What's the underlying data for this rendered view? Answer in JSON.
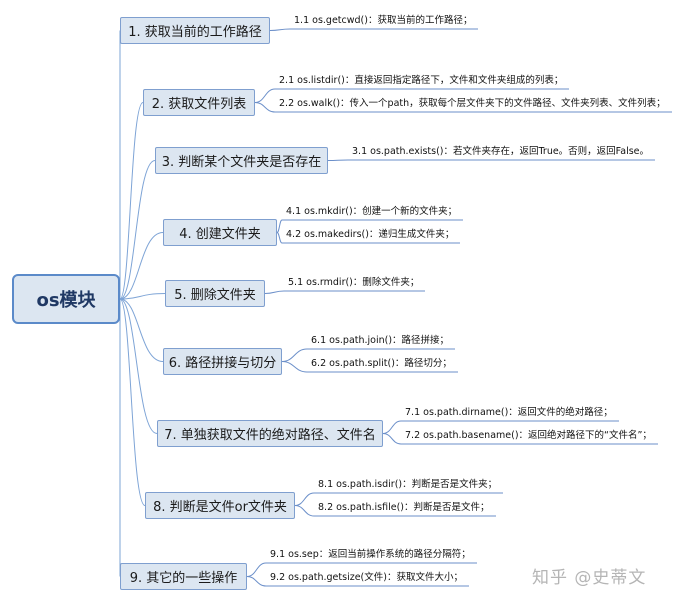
{
  "root": {
    "label": "os模块"
  },
  "branches": [
    {
      "label": "1. 获取当前的工作路径",
      "leaves": [
        "1.1 os.getcwd()：获取当前的工作路径；"
      ]
    },
    {
      "label": "2. 获取文件列表",
      "leaves": [
        "2.1 os.listdir()：直接返回指定路径下，文件和文件夹组成的列表；",
        "2.2 os.walk()：传入一个path，获取每个层文件夹下的文件路径、文件夹列表、文件列表；"
      ]
    },
    {
      "label": "3. 判断某个文件夹是否存在",
      "leaves": [
        "3.1  os.path.exists()：若文件夹存在，返回True。否则，返回False。"
      ]
    },
    {
      "label": "4. 创建文件夹",
      "leaves": [
        "4.1 os.mkdir()：创建一个新的文件夹；",
        "4.2 os.makedirs()：递归生成文件夹；"
      ]
    },
    {
      "label": "5. 删除文件夹",
      "leaves": [
        "5.1 os.rmdir()：删除文件夹；"
      ]
    },
    {
      "label": "6. 路径拼接与切分",
      "leaves": [
        "6.1 os.path.join()：路径拼接；",
        "6.2 os.path.split()：路径切分；"
      ]
    },
    {
      "label": "7. 单独获取文件的绝对路径、文件名",
      "leaves": [
        "7.1 os.path.dirname()：返回文件的绝对路径；",
        "7.2 os.path.basename()：返回绝对路径下的“文件名”；"
      ]
    },
    {
      "label": "8. 判断是文件or文件夹",
      "leaves": [
        "8.1 os.path.isdir()：判断是否是文件夹；",
        "8.2 os.path.isfile()：判断是否是文件；"
      ]
    },
    {
      "label": "9. 其它的一些操作",
      "leaves": [
        "9.1 os.sep：返回当前操作系统的路径分隔符；",
        "9.2 os.path.getsize(文件)：获取文件大小；"
      ]
    }
  ],
  "watermark": "知乎 @史蒂文",
  "colors": {
    "connector": "#7ea4d6",
    "node_fill": "#dce6f1",
    "node_border": "#7f9fcf",
    "root_border": "#5b8ac9",
    "leaf_underline": "#6b8fc9"
  }
}
